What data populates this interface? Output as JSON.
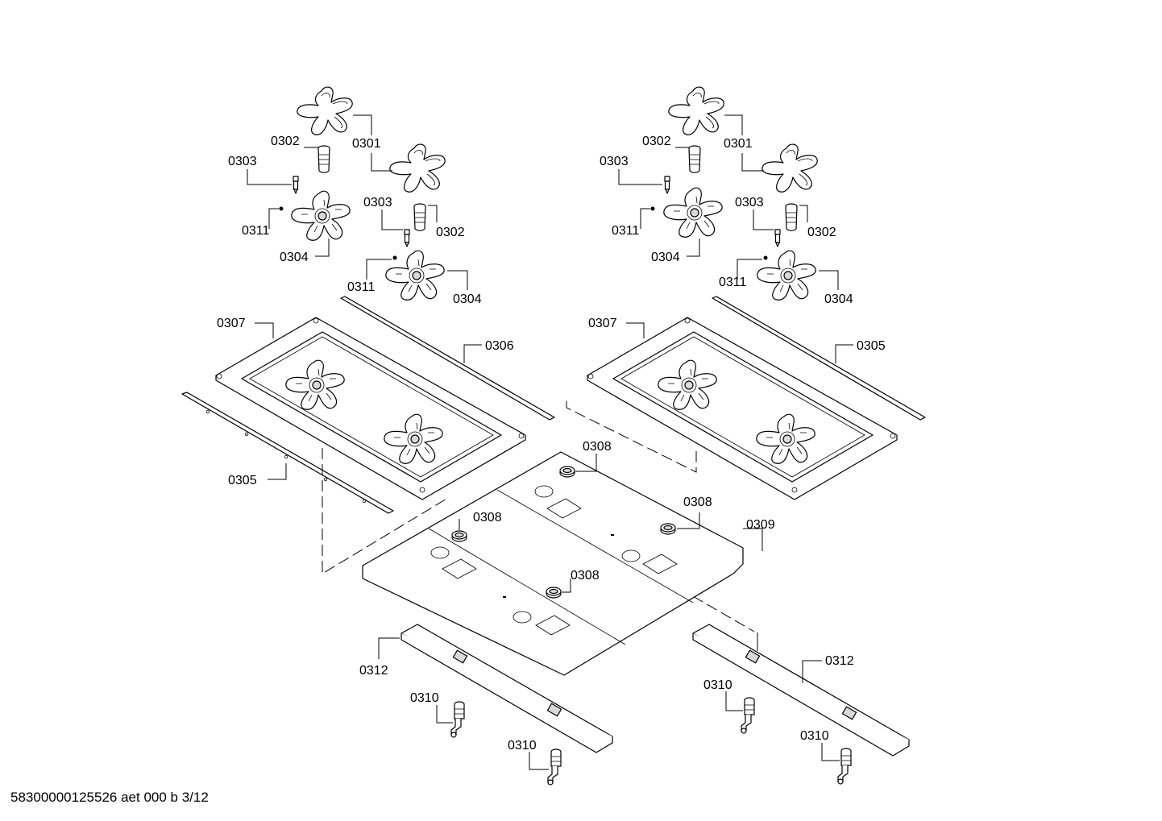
{
  "diagram": {
    "callouts": [
      {
        "id": "c1",
        "text": "0301"
      },
      {
        "id": "c2",
        "text": "0302"
      },
      {
        "id": "c3",
        "text": "0303"
      },
      {
        "id": "c4",
        "text": "0311"
      },
      {
        "id": "c5",
        "text": "0304"
      },
      {
        "id": "c6",
        "text": "0303"
      },
      {
        "id": "c7",
        "text": "0302"
      },
      {
        "id": "c8",
        "text": "0311"
      },
      {
        "id": "c9",
        "text": "0304"
      },
      {
        "id": "c10",
        "text": "0307"
      },
      {
        "id": "c11",
        "text": "0306"
      },
      {
        "id": "c12",
        "text": "0305"
      },
      {
        "id": "c13",
        "text": "0301"
      },
      {
        "id": "c14",
        "text": "0302"
      },
      {
        "id": "c15",
        "text": "0303"
      },
      {
        "id": "c16",
        "text": "0311"
      },
      {
        "id": "c17",
        "text": "0304"
      },
      {
        "id": "c18",
        "text": "0303"
      },
      {
        "id": "c19",
        "text": "0302"
      },
      {
        "id": "c20",
        "text": "0311"
      },
      {
        "id": "c21",
        "text": "0304"
      },
      {
        "id": "c22",
        "text": "0307"
      },
      {
        "id": "c23",
        "text": "0305"
      },
      {
        "id": "c24",
        "text": "0308"
      },
      {
        "id": "c25",
        "text": "0308"
      },
      {
        "id": "c26",
        "text": "0308"
      },
      {
        "id": "c27",
        "text": "0308"
      },
      {
        "id": "c28",
        "text": "0309"
      },
      {
        "id": "c29",
        "text": "0312"
      },
      {
        "id": "c30",
        "text": "0310"
      },
      {
        "id": "c31",
        "text": "0310"
      },
      {
        "id": "c32",
        "text": "0312"
      },
      {
        "id": "c33",
        "text": "0310"
      },
      {
        "id": "c34",
        "text": "0310"
      }
    ]
  },
  "footer": {
    "doc_id": "58300000125526 aet 000 b 3/12"
  }
}
